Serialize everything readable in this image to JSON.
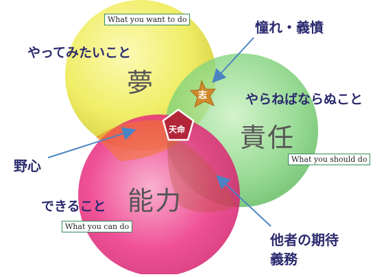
{
  "circles": {
    "dream": {
      "en_label": "What you want to do",
      "jp_label": "やってみたいこと",
      "kanji": "夢",
      "color": "#f2ef5a"
    },
    "responsibility": {
      "en_label": "What you should do",
      "jp_label": "やらねばならぬこと",
      "kanji": "責任",
      "color": "#7fd27a"
    },
    "ability": {
      "en_label": "What you can do",
      "jp_label": "できること",
      "kanji": "能力",
      "color": "#ec2a7f"
    }
  },
  "intersections": {
    "aspiration": "志",
    "destiny": "天命"
  },
  "callouts": {
    "longing_duty": "憧れ・義憤",
    "ambition": "野心",
    "expectations_line1": "他者の期待",
    "expectations_line2": "義務"
  },
  "colors": {
    "label_text": "#2b2a6e",
    "arrow": "#4a84c4",
    "star": "#d08a2a",
    "pentagon": "#b3263a",
    "box_border": "#2e8b57"
  }
}
